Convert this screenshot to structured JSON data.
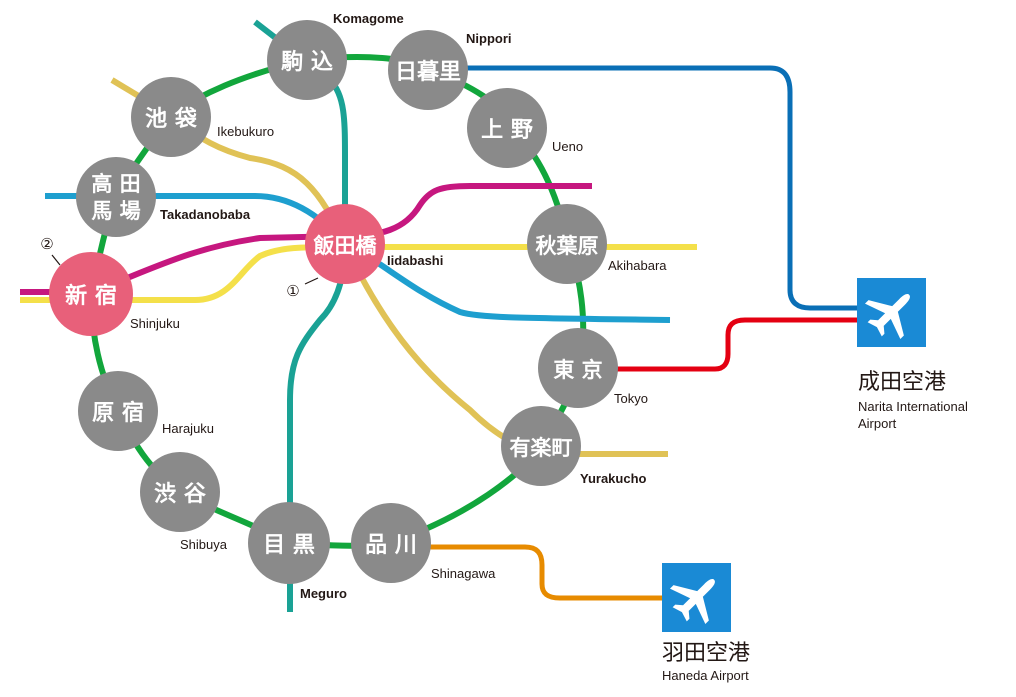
{
  "colors": {
    "yamanote": "#12a63c",
    "teal": "#1aa295",
    "ochre": "#e0c256",
    "blue_light": "#1e9fcf",
    "magenta": "#c6177f",
    "yellow": "#f4e04a",
    "narita_blue": "#0a6fb6",
    "red": "#e40012",
    "orange": "#e78b00",
    "station_gray": "#8a8a8a",
    "station_pink": "#e8607a",
    "airport_blue": "#1a8ad5"
  },
  "stations": [
    {
      "id": "komagome",
      "kanji": "駒 込",
      "english": "Komagome",
      "bold": true
    },
    {
      "id": "nippori",
      "kanji": "日暮里",
      "english": "Nippori",
      "bold": true
    },
    {
      "id": "ikebukuro",
      "kanji": "池 袋",
      "english": "Ikebukuro",
      "bold": false
    },
    {
      "id": "ueno",
      "kanji": "上 野",
      "english": "Ueno",
      "bold": false
    },
    {
      "id": "takadanobaba",
      "kanji_line1": "高 田",
      "kanji_line2": "馬 場",
      "english": "Takadanobaba",
      "bold": true
    },
    {
      "id": "iidabashi",
      "kanji": "飯田橋",
      "english": "Iidabashi",
      "bold": true,
      "highlight": true,
      "marker": "①"
    },
    {
      "id": "akihabara",
      "kanji": "秋葉原",
      "english": "Akihabara",
      "bold": false
    },
    {
      "id": "shinjuku",
      "kanji": "新 宿",
      "english": "Shinjuku",
      "bold": false,
      "highlight": true,
      "marker": "②"
    },
    {
      "id": "tokyo",
      "kanji": "東 京",
      "english": "Tokyo",
      "bold": false
    },
    {
      "id": "harajuku",
      "kanji": "原 宿",
      "english": "Harajuku",
      "bold": false
    },
    {
      "id": "yurakucho",
      "kanji": "有楽町",
      "english": "Yurakucho",
      "bold": true
    },
    {
      "id": "shibuya",
      "kanji": "渋 谷",
      "english": "Shibuya",
      "bold": false
    },
    {
      "id": "meguro",
      "kanji": "目 黒",
      "english": "Meguro",
      "bold": true
    },
    {
      "id": "shinagawa",
      "kanji": "品 川",
      "english": "Shinagawa",
      "bold": false
    }
  ],
  "airports": {
    "narita": {
      "name_jp": "成田空港",
      "name_en_line1": "Narita International",
      "name_en_line2": "Airport",
      "icon": "airplane-icon"
    },
    "haneda": {
      "name_jp": "羽田空港",
      "name_en": "Haneda Airport",
      "icon": "airplane-icon"
    }
  }
}
